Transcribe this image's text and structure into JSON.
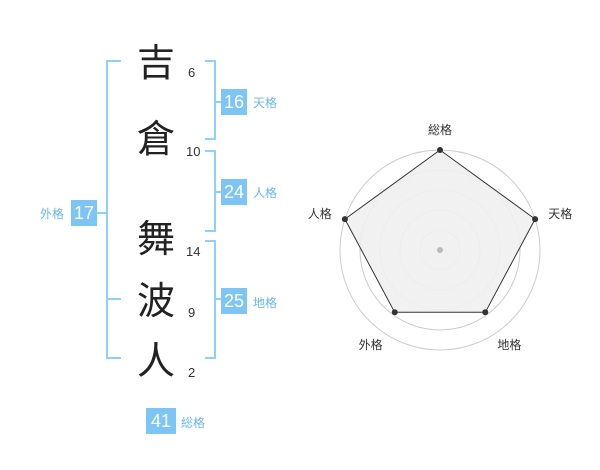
{
  "name": {
    "characters": [
      {
        "char": "吉",
        "strokes": "6"
      },
      {
        "char": "倉",
        "strokes": "10"
      },
      {
        "char": "舞",
        "strokes": "14"
      },
      {
        "char": "波",
        "strokes": "9"
      },
      {
        "char": "人",
        "strokes": "2"
      }
    ]
  },
  "kakusu": {
    "tenkaku": {
      "label": "天格",
      "value": "16"
    },
    "jinkaku": {
      "label": "人格",
      "value": "24"
    },
    "chikaku": {
      "label": "地格",
      "value": "25"
    },
    "gaikaku": {
      "label": "外格",
      "value": "17"
    },
    "soukaku": {
      "label": "総格",
      "value": "41"
    }
  },
  "chart_data": {
    "type": "radar",
    "axes": [
      "総格",
      "天格",
      "地格",
      "外格",
      "人格"
    ],
    "values": [
      1,
      1,
      0.77,
      0.77,
      1
    ],
    "max": 1,
    "rings": 5,
    "colors": {
      "fill": "#f0f0f0",
      "stroke": "#333333",
      "grid": "#cccccc",
      "point": "#333333",
      "center": "#bbbbbb"
    }
  }
}
